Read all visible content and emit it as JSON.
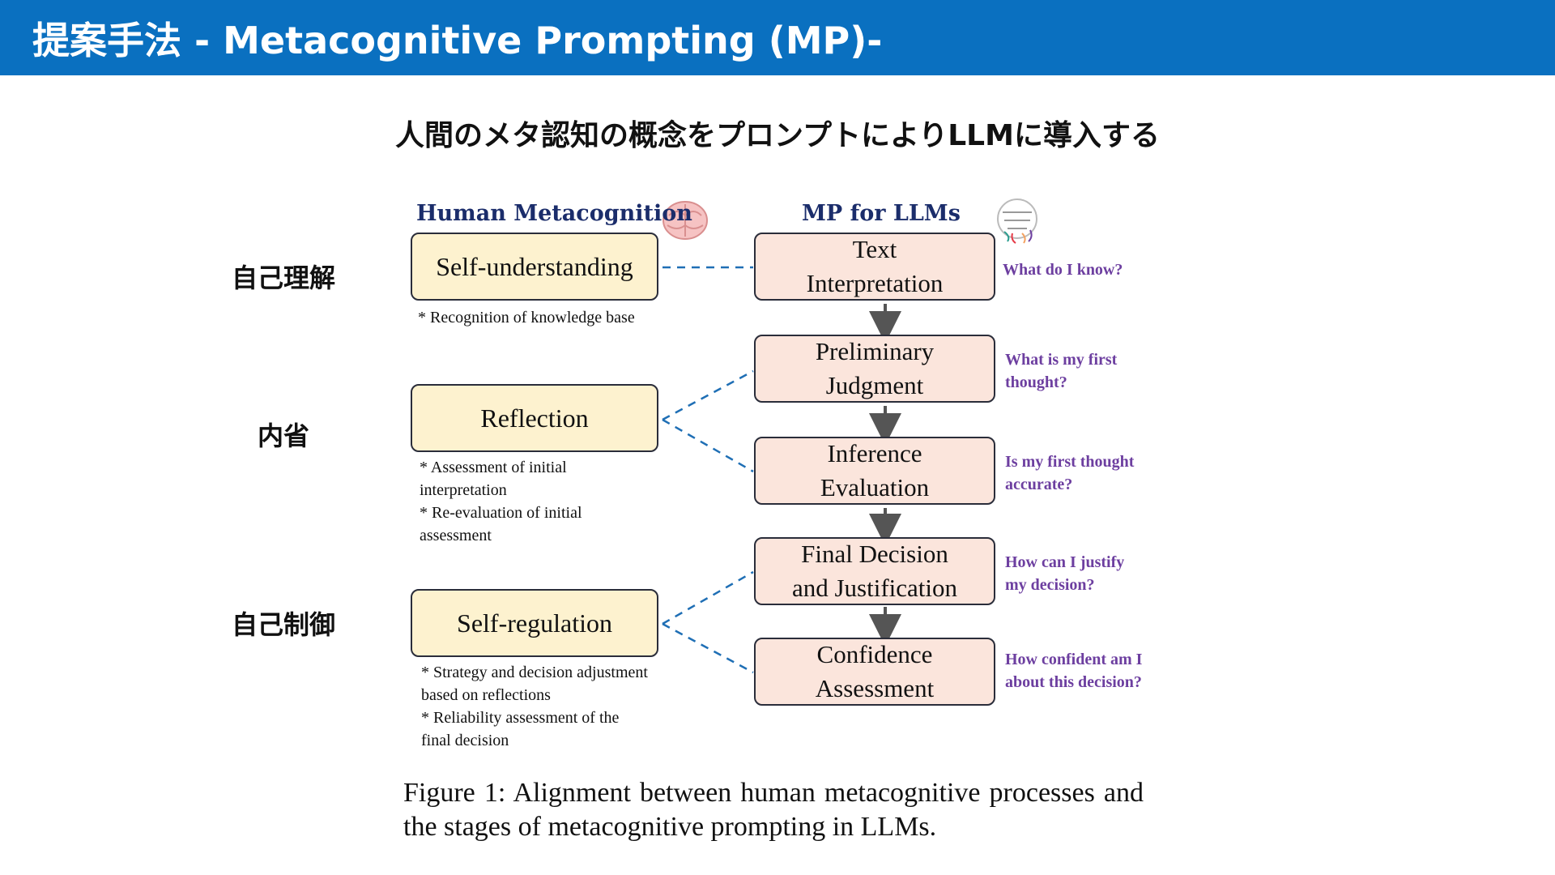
{
  "header": {
    "title": "提案手法 - Metacognitive Prompting (MP)-",
    "bg_color": "#0a70c0"
  },
  "subtitle": "人間のメタ認知の概念をプロンプトによりLLMに導入する",
  "side_labels": [
    "自己理解",
    "内省",
    "自己制御"
  ],
  "diagram": {
    "human_heading": "Human Metacognition",
    "mp_heading": "MP for LLMs",
    "human_boxes": [
      {
        "label": "Self-understanding",
        "notes": [
          "* Recognition of knowledge base"
        ]
      },
      {
        "label": "Reflection",
        "notes": [
          "* Assessment of initial",
          "interpretation",
          "* Re-evaluation of initial",
          "assessment"
        ]
      },
      {
        "label": "Self-regulation",
        "notes": [
          "* Strategy and decision adjustment",
          "based on reflections",
          "* Reliability assessment of the",
          "final decision"
        ]
      }
    ],
    "mp_stages": [
      {
        "line1": "Text",
        "line2": "Interpretation",
        "question": [
          "What do I know?"
        ]
      },
      {
        "line1": "Preliminary",
        "line2": "Judgment",
        "question": [
          "What is my first",
          "thought?"
        ]
      },
      {
        "line1": "Inference",
        "line2": "Evaluation",
        "question": [
          "Is my first thought",
          "accurate?"
        ]
      },
      {
        "line1": "Final Decision",
        "line2": "and Justification",
        "question": [
          "How can I justify",
          "my decision?"
        ]
      },
      {
        "line1": "Confidence",
        "line2": "Assessment",
        "question": [
          "How confident am I",
          "about this decision?"
        ]
      }
    ],
    "colors": {
      "human_box": "#fdf2cf",
      "mp_box": "#fbe5dc",
      "heading": "#1b2d6b",
      "question": "#6d3fa0",
      "dash_line": "#1f6fb5"
    }
  },
  "caption": "Figure 1: Alignment between human metacognitive processes and the stages of metacognitive prompting in LLMs."
}
